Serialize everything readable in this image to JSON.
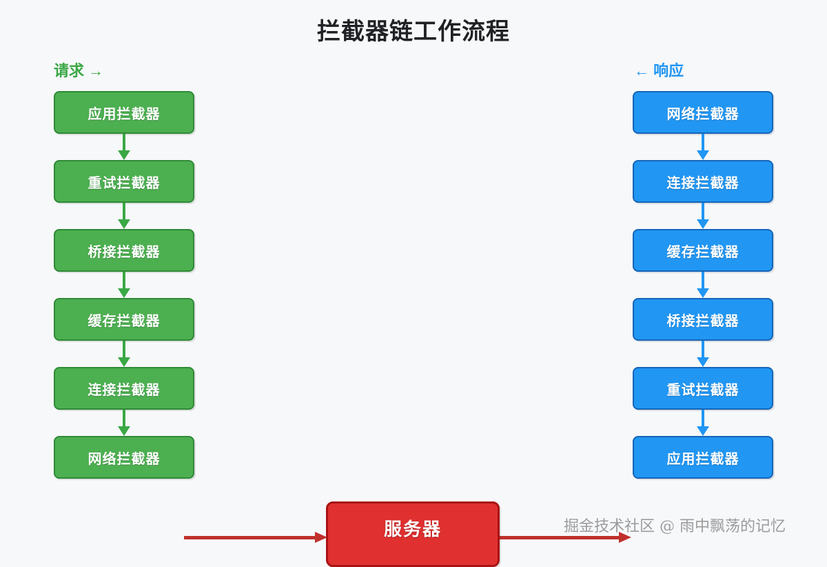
{
  "title": "拦截器链工作流程",
  "columns": {
    "request": {
      "header_label": "请求",
      "header_arrow": "→",
      "color": "#3aa845",
      "box_fill": "#4caf50",
      "box_border": "#2f8a36",
      "steps": [
        {
          "label": "应用拦截器"
        },
        {
          "label": "重试拦截器"
        },
        {
          "label": "桥接拦截器"
        },
        {
          "label": "缓存拦截器"
        },
        {
          "label": "连接拦截器"
        },
        {
          "label": "网络拦截器"
        }
      ]
    },
    "response": {
      "header_arrow": "←",
      "header_label": "响应",
      "color": "#2196f3",
      "box_fill": "#2196f3",
      "box_border": "#1565b8",
      "steps": [
        {
          "label": "网络拦截器"
        },
        {
          "label": "连接拦截器"
        },
        {
          "label": "缓存拦截器"
        },
        {
          "label": "桥接拦截器"
        },
        {
          "label": "重试拦截器"
        },
        {
          "label": "应用拦截器"
        }
      ]
    }
  },
  "server": {
    "label": "服务器",
    "fill": "#e03030",
    "border": "#a81414"
  },
  "connectors": {
    "request_arrow_color": "#c0302c",
    "response_arrow_color": "#c0302c"
  },
  "watermark": "掘金技术社区 @ 雨中飘荡的记忆",
  "background": "#f7f8fa"
}
